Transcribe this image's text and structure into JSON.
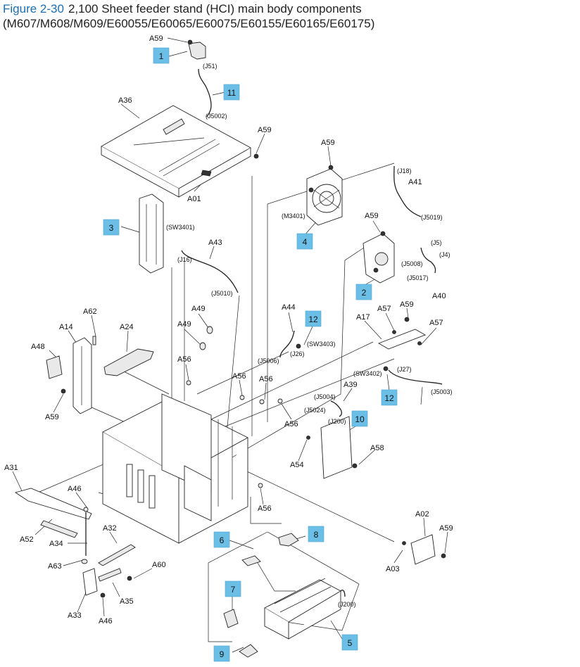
{
  "figure": {
    "number": "Figure 2-30",
    "title": "2,100 Sheet feeder stand (HCI) main body components (M607/M608/M609/E60055/E60065/E60075/E60155/E60165/E60175)"
  },
  "callouts": [
    "1",
    "2",
    "3",
    "4",
    "5",
    "6",
    "7",
    "8",
    "9",
    "10",
    "11",
    "12",
    "12"
  ],
  "part_labels": [
    "A59",
    "A36",
    "A59",
    "A01",
    "A59",
    "A41",
    "A59",
    "A40",
    "A43",
    "A49",
    "A49",
    "A44",
    "A57",
    "A59",
    "A17",
    "A57",
    "A62",
    "A14",
    "A24",
    "A48",
    "A59",
    "A56",
    "A56",
    "A56",
    "A56",
    "A39",
    "A58",
    "A54",
    "A56",
    "A31",
    "A46",
    "A52",
    "A32",
    "A34",
    "A63",
    "A60",
    "A33",
    "A46",
    "A35",
    "A02",
    "A59",
    "A03"
  ],
  "connector_labels": [
    "(J51)",
    "(J5002)",
    "(J18)",
    "(J5019)",
    "(M3401)",
    "(J5)",
    "(J4)",
    "(J5008)",
    "(J5017)",
    "(SW3401)",
    "(J16)",
    "(J5010)",
    "(SW3403)",
    "(J26)",
    "(J5006)",
    "(SW3402)",
    "(J27)",
    "(J5003)",
    "(J5004)",
    "(J5024)",
    "(J200)",
    "(J200)"
  ]
}
